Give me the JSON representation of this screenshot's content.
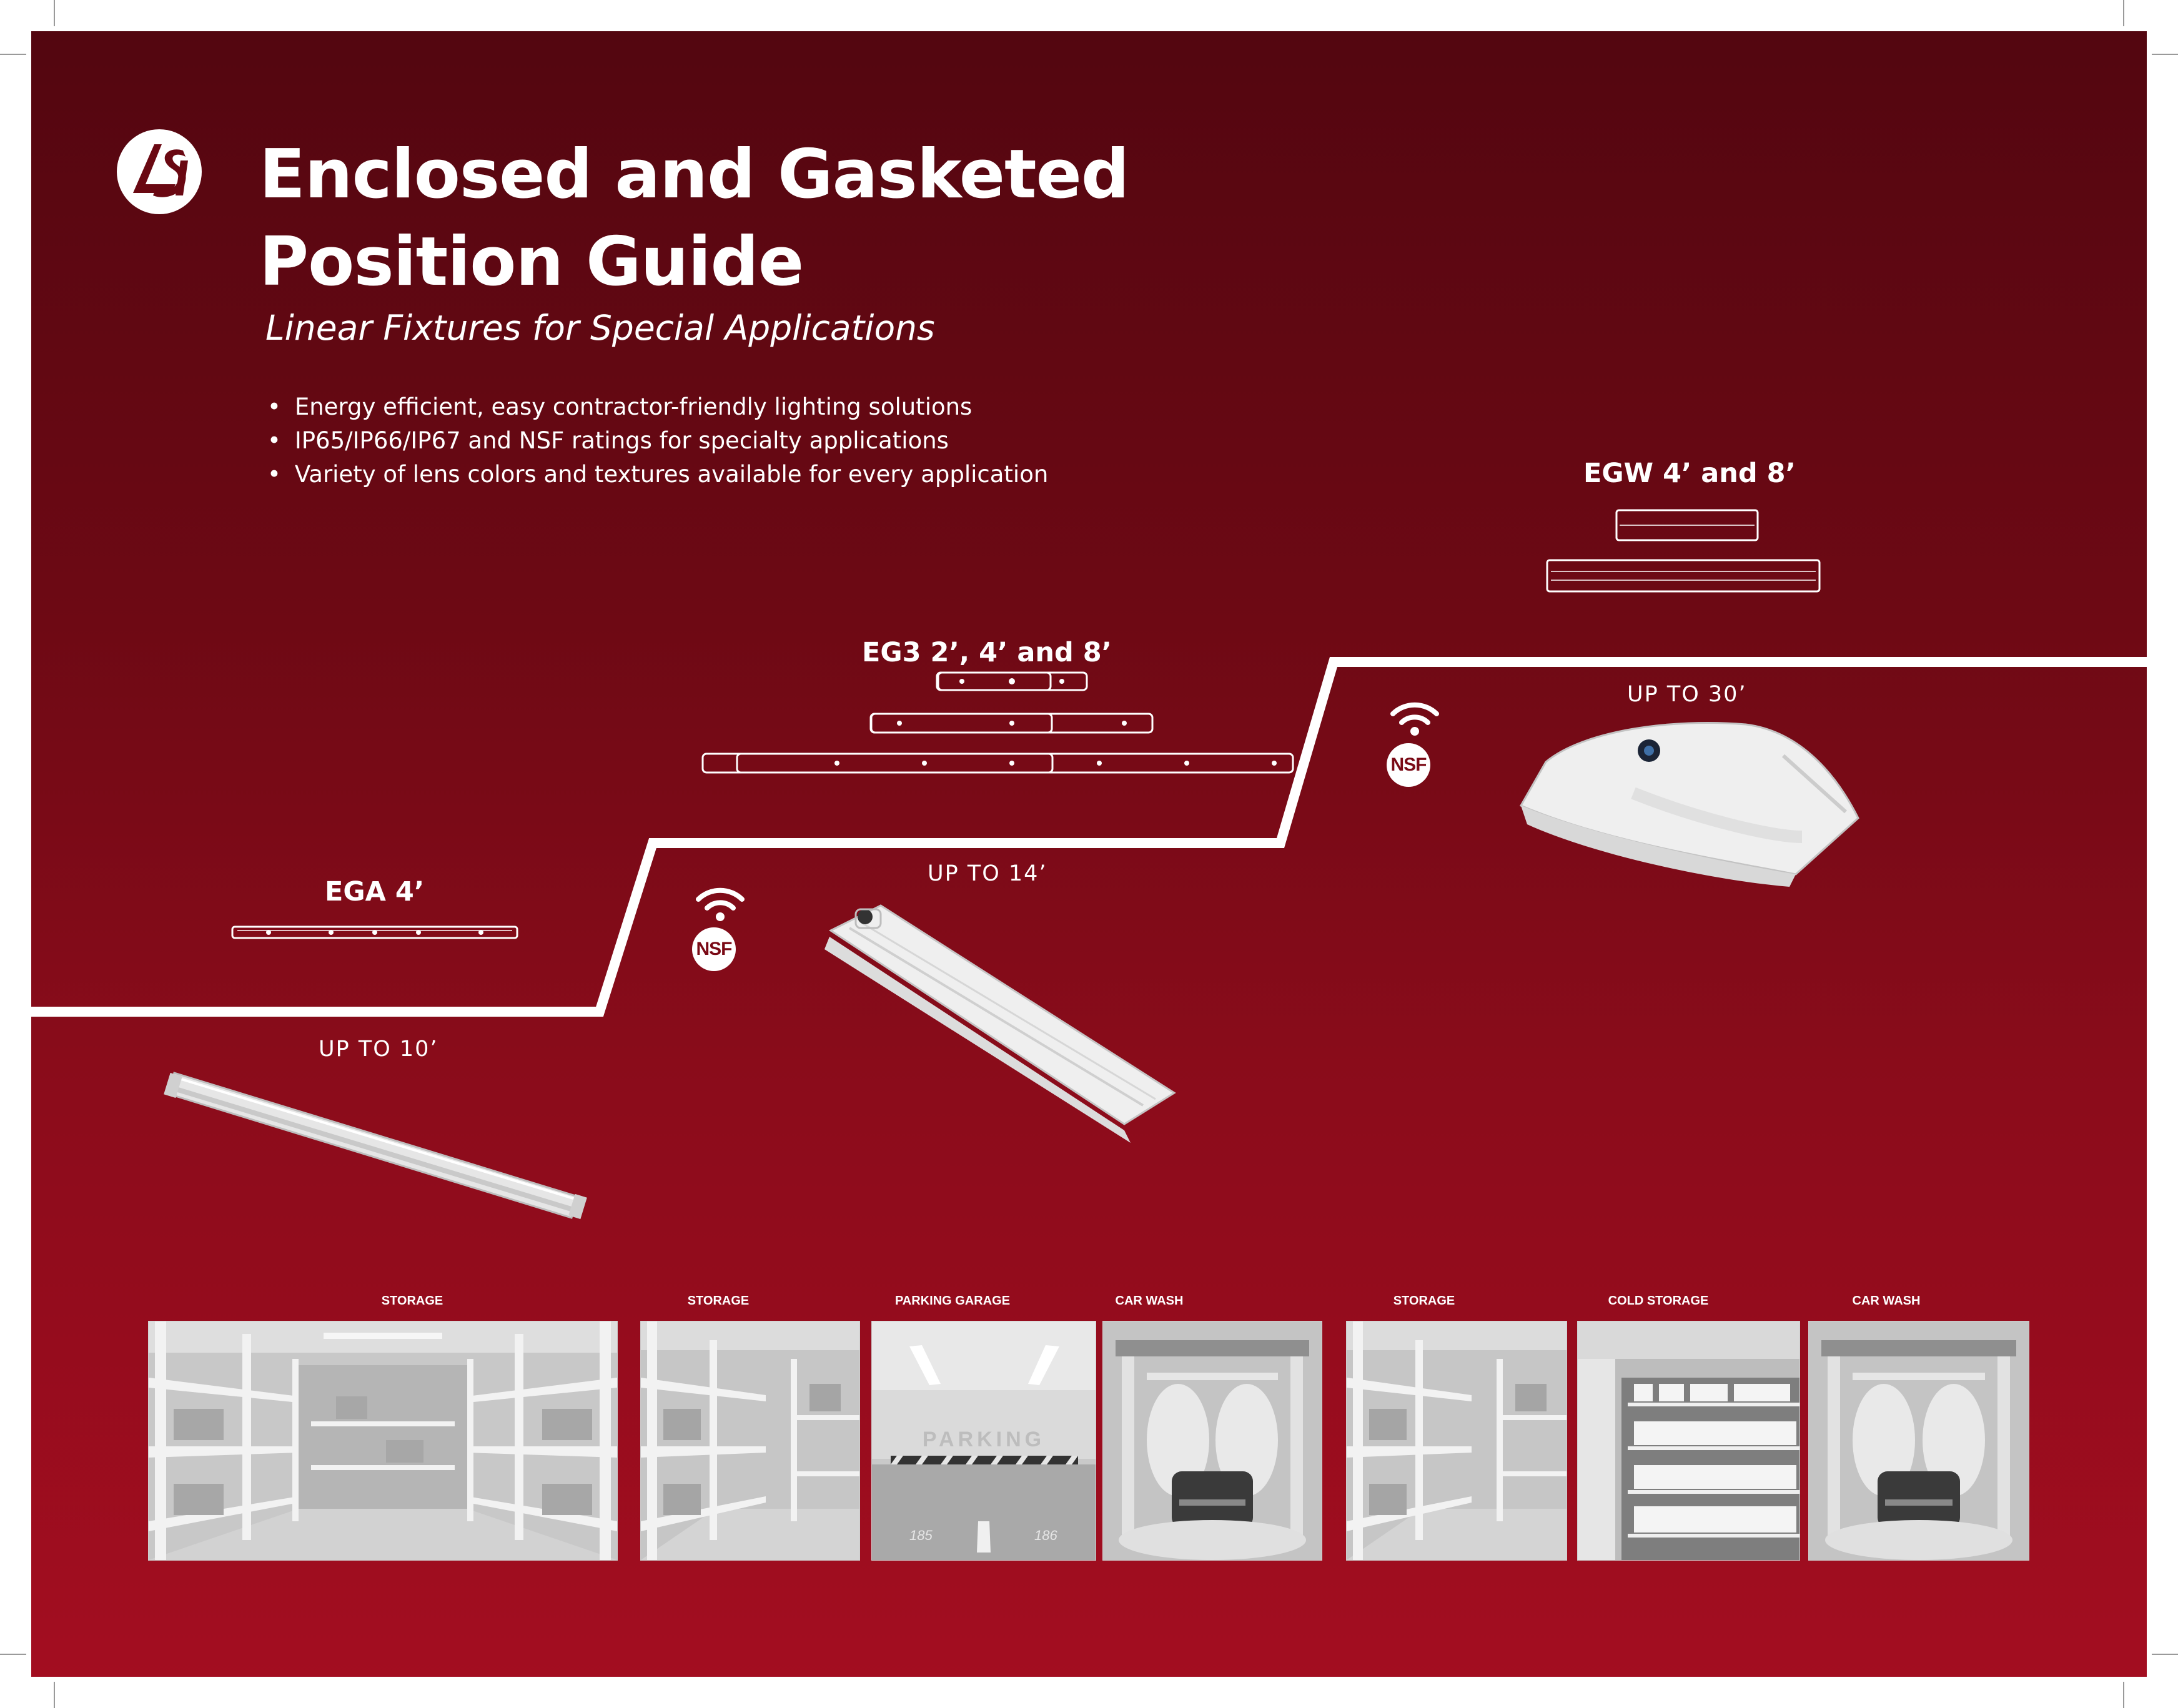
{
  "header": {
    "brand": "LSI",
    "title_line1": "Enclosed and Gasketed",
    "title_line2": "Position Guide",
    "subtitle": "Linear Fixtures for Special Applications",
    "bullets": [
      "Energy efficient, easy contractor-friendly lighting solutions",
      "IP65/IP66/IP67 and NSF ratings for specialty applications",
      "Variety of lens colors and textures available for every application"
    ]
  },
  "tiers": [
    {
      "product": "EGA 4’",
      "mounting": "UP TO 10’"
    },
    {
      "product": "EG3 2’, 4’ and 8’",
      "mounting": "UP TO 14’",
      "badge": "NSF"
    },
    {
      "product": "EGW 4’ and 8’",
      "mounting": "UP TO 30’",
      "badge": "NSF"
    }
  ],
  "applications": [
    {
      "label": "STORAGE"
    },
    {
      "label": "STORAGE"
    },
    {
      "label": "PARKING GARAGE",
      "sign": "PARKING",
      "spots": [
        "185",
        "186"
      ]
    },
    {
      "label": "CAR WASH"
    },
    {
      "label": "STORAGE"
    },
    {
      "label": "COLD STORAGE"
    },
    {
      "label": "CAR WASH"
    }
  ],
  "colors": {
    "background_top": "#530610",
    "background_bottom": "#a30d20",
    "text": "#ffffff"
  }
}
